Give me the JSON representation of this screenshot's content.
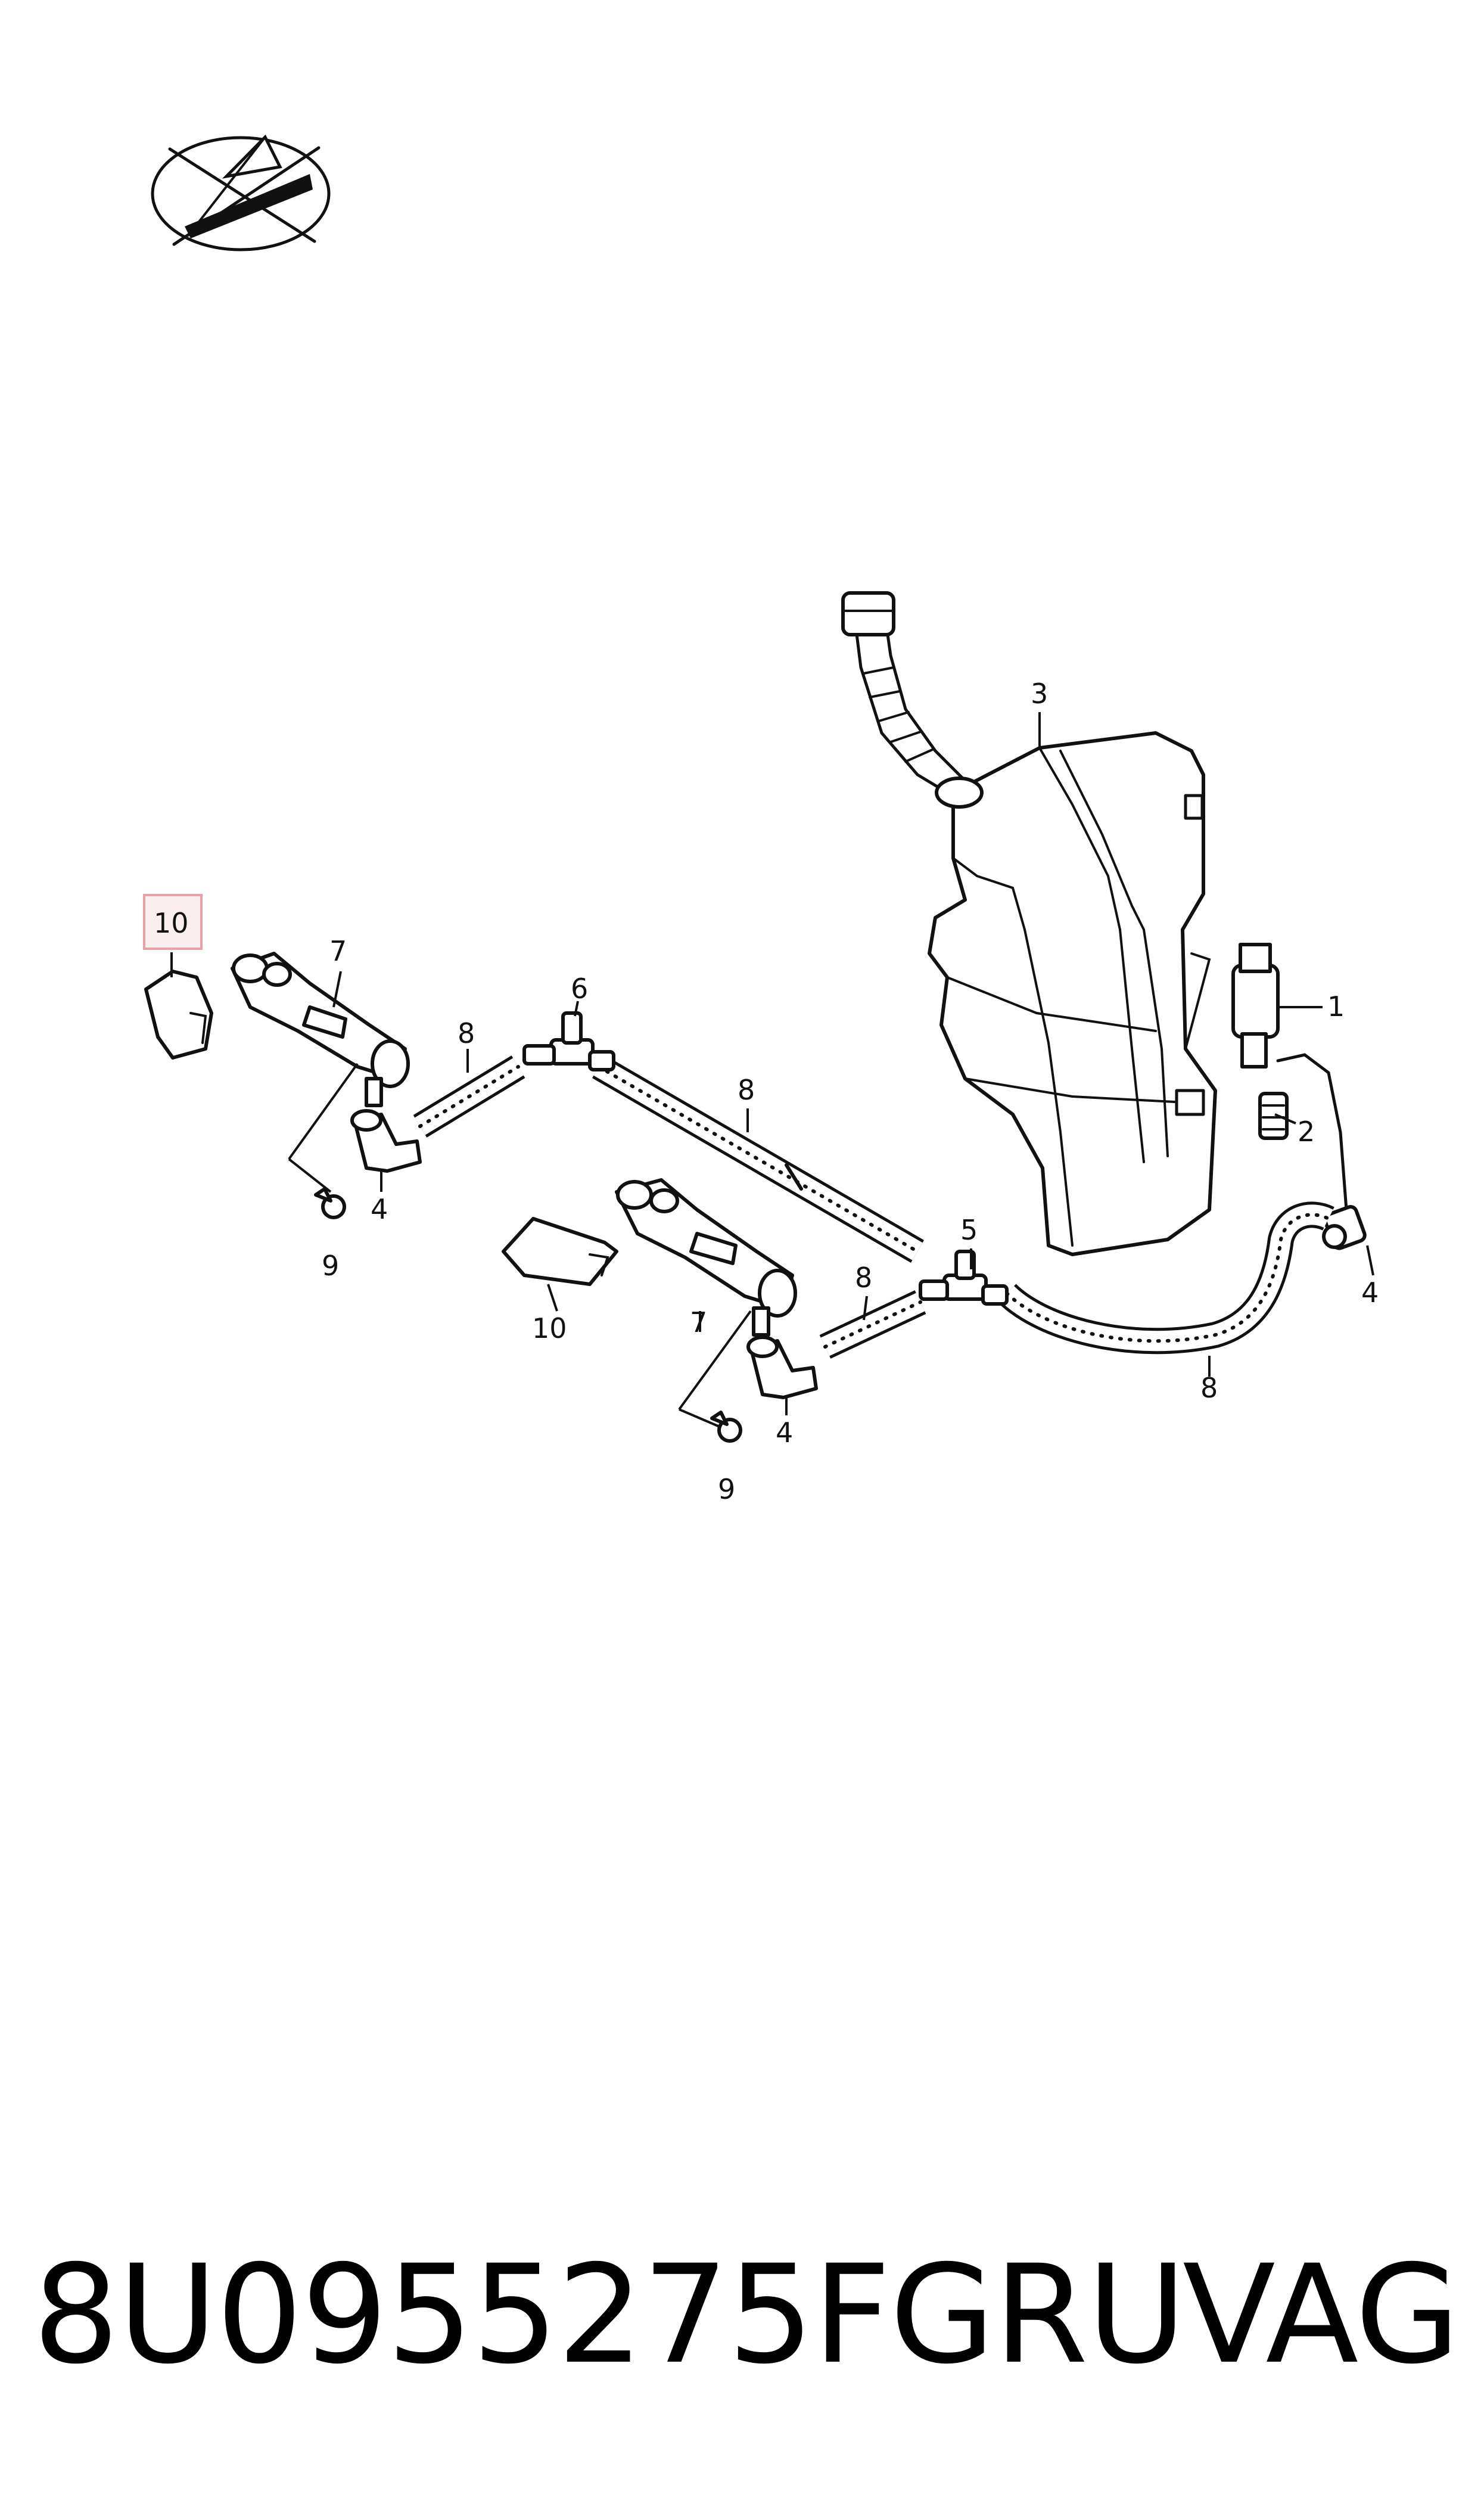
{
  "callouts": {
    "c1": "1",
    "c2": "2",
    "c3": "3",
    "c4a": "4",
    "c4b": "4",
    "c4c": "4",
    "c5": "5",
    "c6": "6",
    "c7a": "7",
    "c7b": "7",
    "c8a": "8",
    "c8b": "8",
    "c8c": "8",
    "c8d": "8",
    "c9a": "9",
    "c9b": "9",
    "c10a": "10",
    "c10b": "10"
  },
  "highlighted_callout": "10",
  "highlight_color": "#e8a0a8",
  "footer": {
    "part_number": "8U0955275FGRU",
    "brand": "VAG"
  }
}
